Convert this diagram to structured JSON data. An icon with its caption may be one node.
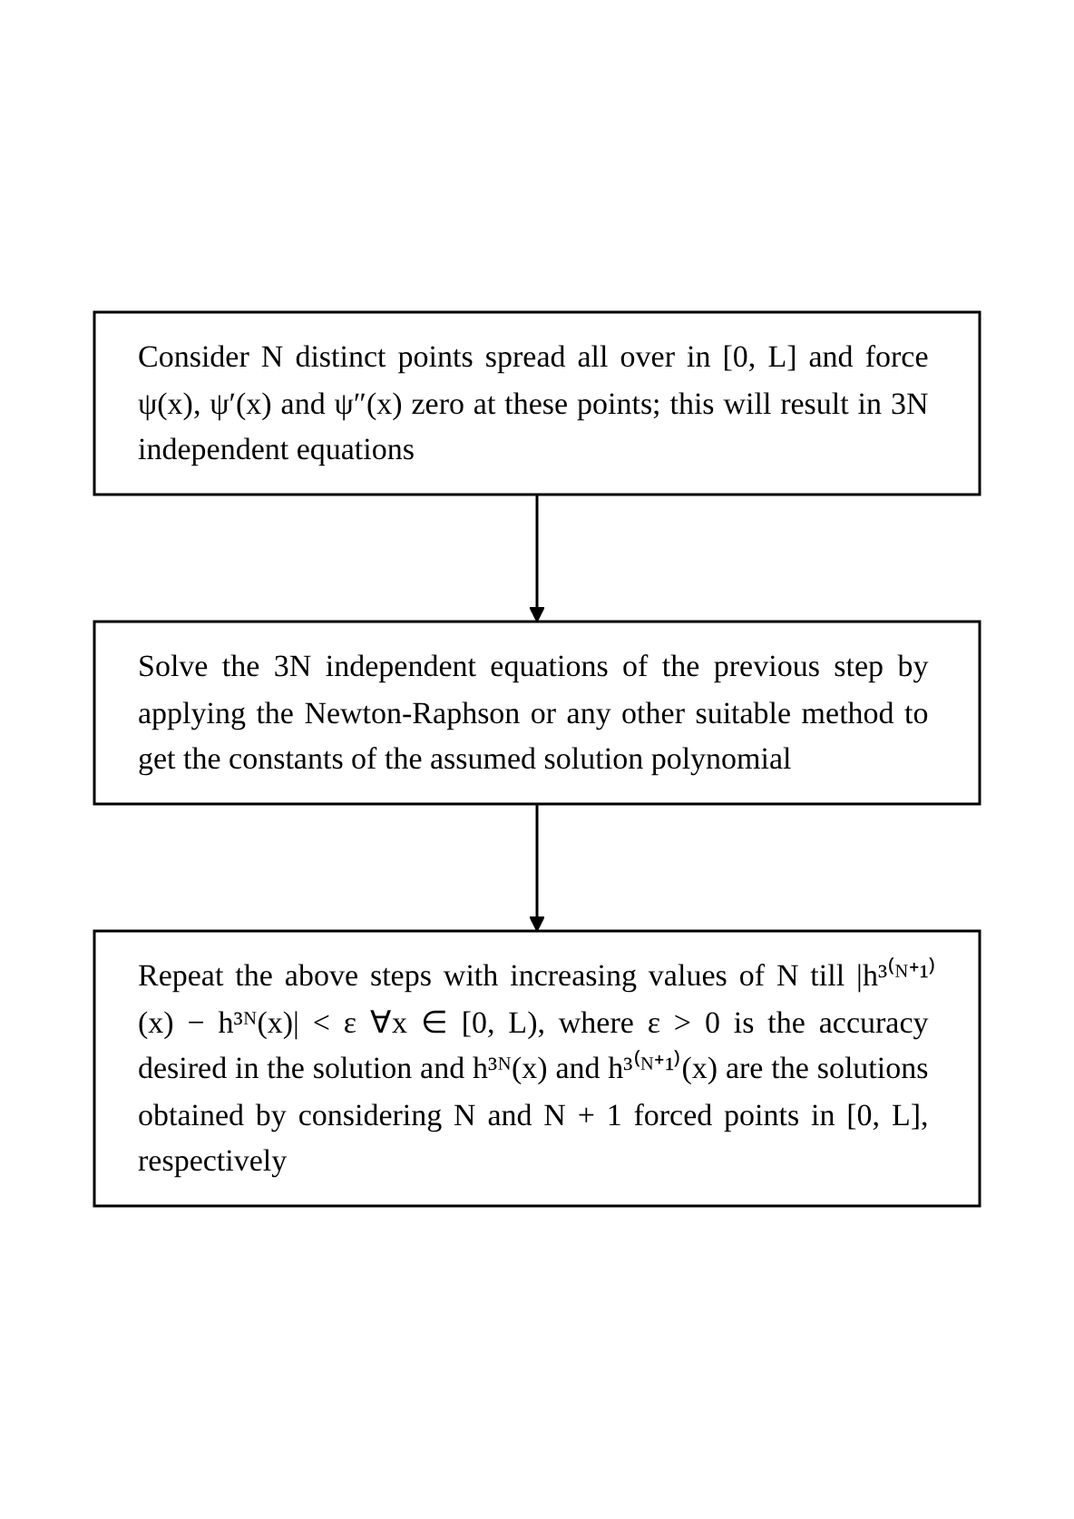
{
  "diagram": {
    "nodes": [
      {
        "text": [
          "Consider N distinct points spread all over in [0, L] and force ψ(x), ψ′(x) and ψ″(x) zero at these points; this will result in 3N independent equations"
        ]
      },
      {
        "text": [
          "Solve the 3N independent equations of the previous step by applying the Newton-Raphson or any other suitable method to get the constants of the assumed solution polynomial"
        ]
      },
      {
        "text": [
          "Repeat the above steps with increasing values of N till |h³⁽ᴺ⁺¹⁾(x) − h³ᴺ(x)| < ε ∀x ∈ [0, L), where ε > 0 is the accuracy desired in the solution and h³ᴺ(x) and h³⁽ᴺ⁺¹⁾(x) are the solutions obtained by considering N and N + 1 forced points in [0, L], respectively"
        ]
      }
    ],
    "edges": [
      {
        "from": 0,
        "to": 1,
        "arrow": "to"
      },
      {
        "from": 1,
        "to": 2,
        "arrow": "to"
      }
    ]
  }
}
